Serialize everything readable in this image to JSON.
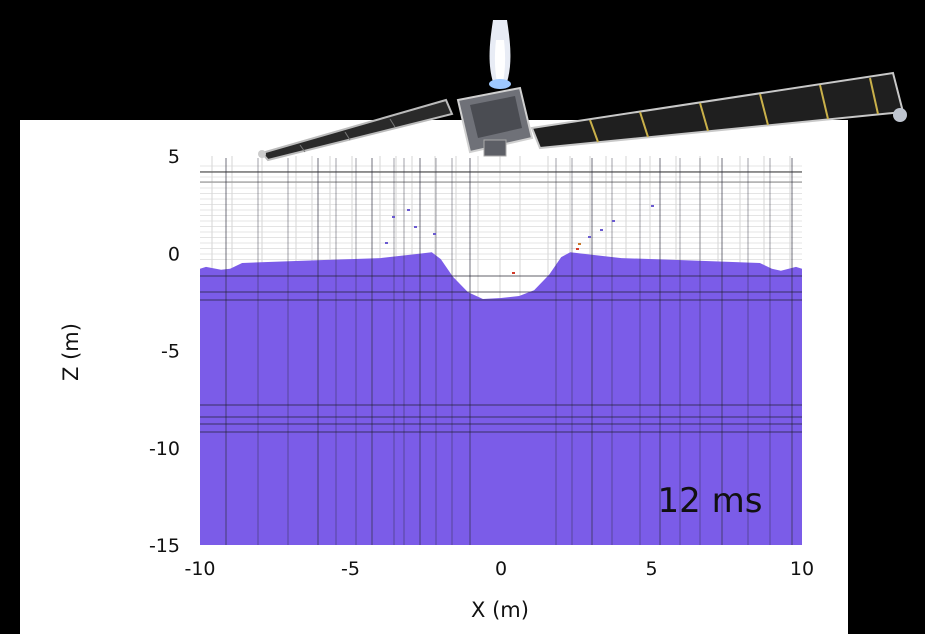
{
  "chart_data": {
    "type": "area",
    "xlabel": "X (m)",
    "ylabel": "Z (m)",
    "xlim": [
      -10,
      10
    ],
    "ylim": [
      -15,
      5
    ],
    "xticks": [
      "-10",
      "-5",
      "0",
      "5",
      "10"
    ],
    "xtick_values": [
      -10,
      -5,
      0,
      5,
      10
    ],
    "yticks": [
      "5",
      "0",
      "-5",
      "-10",
      "-15"
    ],
    "ytick_values": [
      5,
      0,
      -5,
      -10,
      -15
    ],
    "annotation": "12 ms",
    "grid": true,
    "series": [
      {
        "color": "#7b5ce8",
        "x": [
          -10,
          -9.8,
          -9.3,
          -9.0,
          -8.6,
          -6,
          -4,
          -2.3,
          -2.0,
          -1.6,
          -1.1,
          -0.6,
          0,
          0.6,
          1.1,
          1.6,
          2.0,
          2.3,
          4,
          6,
          8.6,
          9.0,
          9.3,
          9.8,
          10
        ],
        "y": [
          -0.8,
          -0.7,
          -0.85,
          -0.8,
          -0.5,
          -0.35,
          -0.25,
          0.05,
          -0.3,
          -1.2,
          -2.0,
          -2.35,
          -2.3,
          -2.2,
          -1.9,
          -1.1,
          -0.2,
          0.05,
          -0.25,
          -0.35,
          -0.5,
          -0.8,
          -0.9,
          -0.7,
          -0.8
        ]
      }
    ]
  }
}
